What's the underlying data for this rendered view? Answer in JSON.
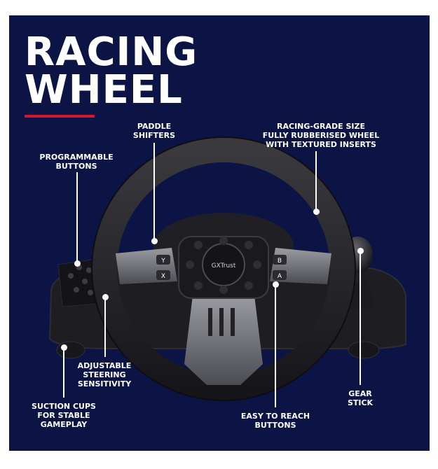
{
  "title": {
    "line1": "RACING",
    "line2": "WHEEL"
  },
  "callouts": {
    "paddle_shifters": [
      "PADDLE",
      "SHIFTERS"
    ],
    "racing_grade": [
      "RACING-GRADE SIZE",
      "FULLY RUBBERISED WHEEL",
      "WITH TEXTURED INSERTS"
    ],
    "programmable_buttons": [
      "PROGRAMMABLE",
      "BUTTONS"
    ],
    "adjustable_sensitivity": [
      "ADJUSTABLE",
      "STEERING",
      "SENSITIVITY"
    ],
    "suction_cups": [
      "SUCTION CUPS",
      "FOR STABLE",
      "GAMEPLAY"
    ],
    "easy_buttons": [
      "EASY TO REACH",
      "BUTTONS"
    ],
    "gear_stick": [
      "GEAR",
      "STICK"
    ]
  },
  "wheel_buttons": {
    "y": "Y",
    "x": "X",
    "b": "B",
    "a": "A",
    "brand": "GXTrust"
  },
  "colors": {
    "background": "#0b1444",
    "accent": "#d2182c",
    "text": "#ffffff"
  }
}
